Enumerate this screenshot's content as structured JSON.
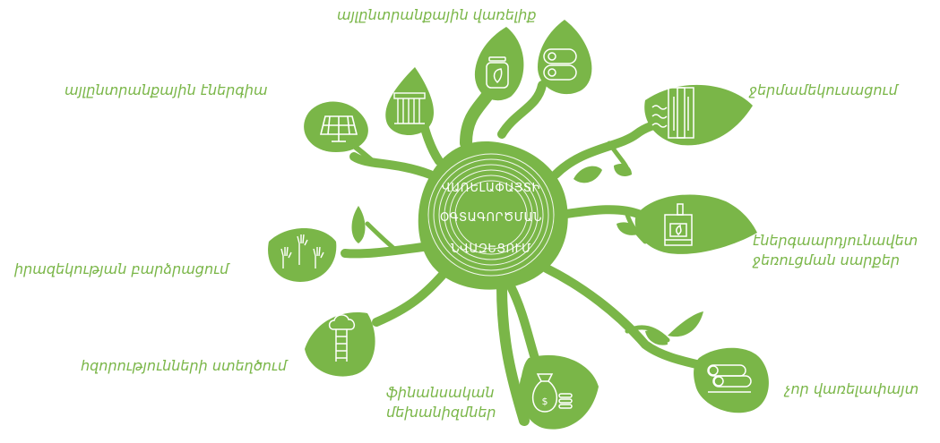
{
  "center": {
    "line1": "ՎԱՌԵԼԱՓԱՅՏԻ",
    "line2": "ՕԳՏԱԳՈՐԾՄԱՆ",
    "line3": "ՆՎԱԶԵՑՈՒՄ"
  },
  "labels": {
    "alt_fuel": "այլընտրանքային վառելիք",
    "alt_energy": "այլընտրանքային էներգիա",
    "insulation": "ջերմամեկուսացում",
    "stoves_line1": "էներգաարդյունավետ",
    "stoves_line2": "ջեռուցման սարքեր",
    "dry_wood": "չոր վառելափայտ",
    "finance_line1": "ֆինանսական",
    "finance_line2": "մեխանիզմներ",
    "capacity": "հզորությունների ստեղծում",
    "awareness": "իրազեկության բարձրացում"
  },
  "colors": {
    "green": "#7ab648",
    "white": "#ffffff"
  },
  "icons": [
    "solar-panel-icon",
    "solar-collector-icon",
    "gas-cylinder-icon",
    "pellets-icon",
    "wall-insulation-icon",
    "stove-icon",
    "firewood-logs-icon",
    "money-bag-icon",
    "ladder-cloud-icon",
    "raised-hands-icon"
  ]
}
